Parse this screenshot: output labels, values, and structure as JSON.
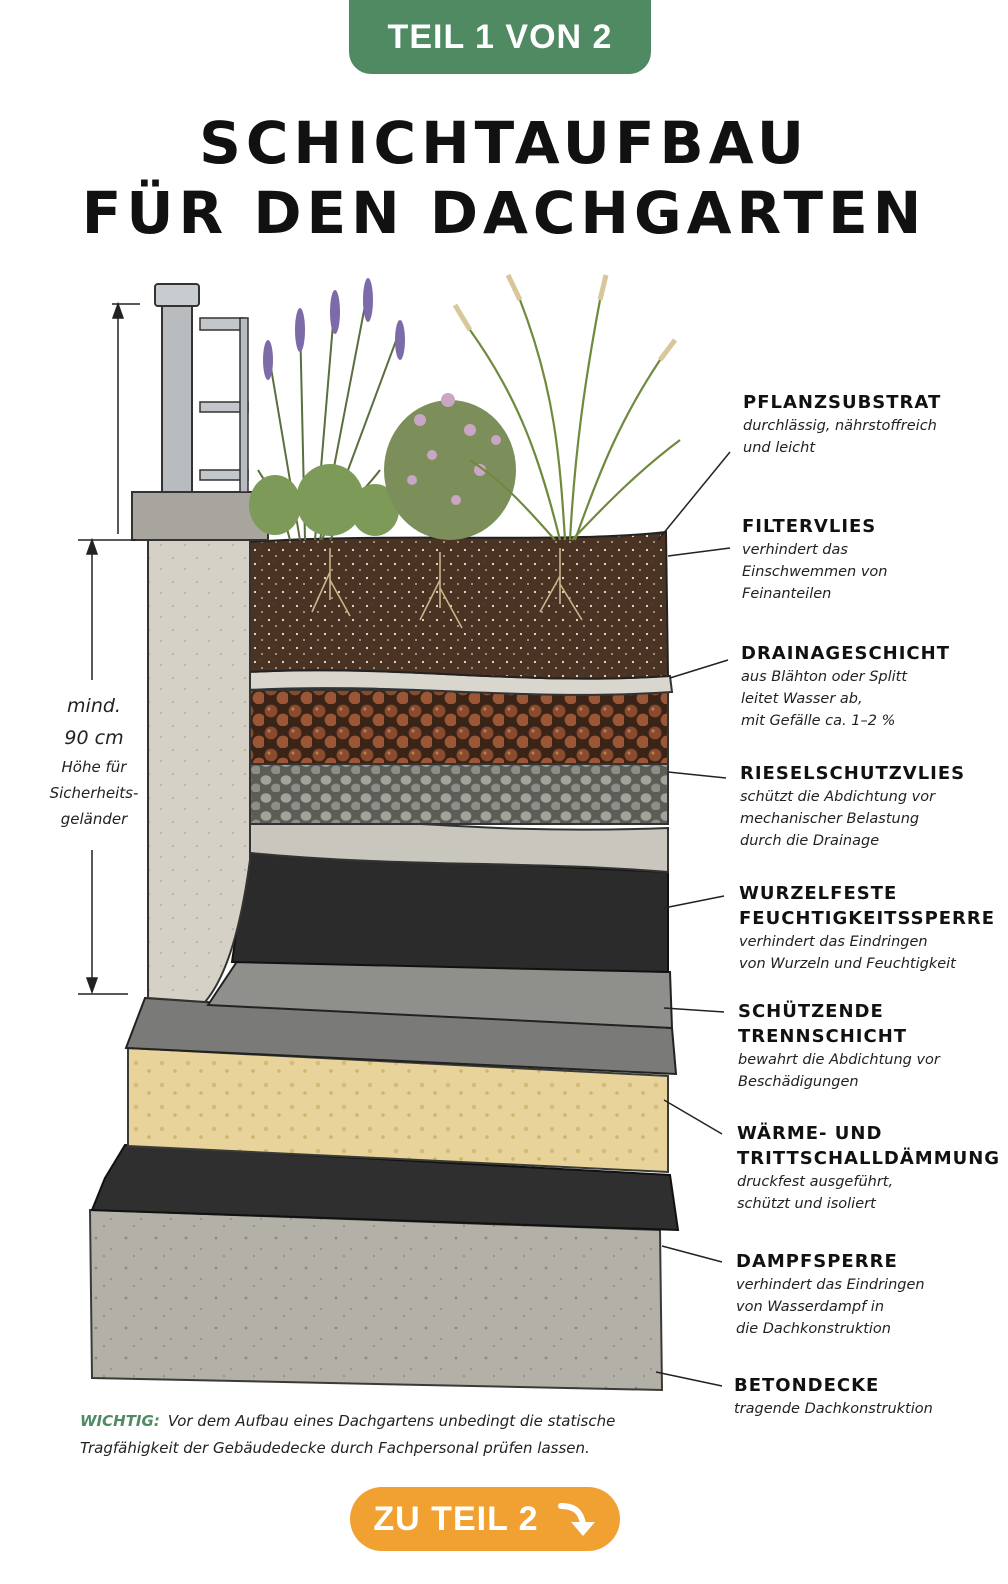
{
  "badge": {
    "label": "TEIL 1 VON 2"
  },
  "title": {
    "line1": "SCHICHTAUFBAU",
    "line2": "FÜR DEN DACHGARTEN"
  },
  "height_note": {
    "value": "mind.\n90 cm",
    "description": "Höhe für\nSicherheits-\ngeländer"
  },
  "layers": [
    {
      "name": "PFLANZSUBSTRAT",
      "description": "durchlässig, nährstoffreich\nund leicht"
    },
    {
      "name": "FILTERVLIES",
      "description": "verhindert das\nEinschwemmen von\nFeinanteilen"
    },
    {
      "name": "DRAINAGESCHICHT",
      "description": "aus Blähton oder Splitt\nleitet Wasser ab,\nmit Gefälle ca. 1–2 %"
    },
    {
      "name": "RIESELSCHUTZVLIES",
      "description": "schützt die Abdichtung vor\nmechanischer Belastung\ndurch die Drainage"
    },
    {
      "name": "WURZELFESTE\nFEUCHTIGKEITSSPERRE",
      "description": "verhindert das Eindringen\nvon Wurzeln und Feuchtigkeit"
    },
    {
      "name": "SCHÜTZENDE\nTRENNSCHICHT",
      "description": "bewahrt die Abdichtung vor\nBeschädigungen"
    },
    {
      "name": "WÄRME- UND\nTRITTSCHALLDÄMMUNG",
      "description": "druckfest ausgeführt,\nschützt und isoliert"
    },
    {
      "name": "DAMPFSPERRE",
      "description": "verhindert das Eindringen\nvon Wasserdampf in\ndie Dachkonstruktion"
    },
    {
      "name": "BETONDECKE",
      "description": "tragende Dachkonstruktion"
    }
  ],
  "warning": {
    "key": "WICHTIG:",
    "text": "Vor dem Aufbau eines Dachgartens unbedingt die statische Tragfähigkeit der Gebäudedecke durch Fachpersonal prüfen lassen."
  },
  "next_button": {
    "label": "ZU TEIL 2",
    "icon": "arrow-down-right-icon"
  },
  "colors": {
    "badge": "#4f8a63",
    "button": "#f1a132",
    "soil": "#4a3322",
    "clay_pebbles": "#8a4a2e",
    "gravel": "#9a9a94",
    "insulation": "#e8d49a",
    "concrete": "#b3b0a8"
  }
}
